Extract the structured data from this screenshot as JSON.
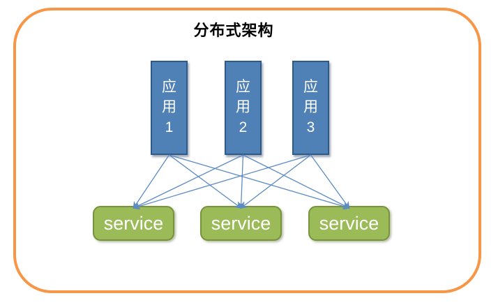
{
  "diagram": {
    "title": "分布式架构",
    "colors": {
      "frame_border": "#f79646",
      "app_fill": "#4f80b6",
      "app_border": "#2e5a88",
      "service_fill": "#9bbb59",
      "service_border": "#77933c",
      "edge": "#5c8bc3",
      "title_text": "#000000",
      "node_text": "#ffffff"
    },
    "apps": [
      {
        "id": "app-1",
        "label": "应\n用\n1"
      },
      {
        "id": "app-2",
        "label": "应\n用\n2"
      },
      {
        "id": "app-3",
        "label": "应\n用\n3"
      }
    ],
    "services": [
      {
        "id": "service-1",
        "label": "service"
      },
      {
        "id": "service-2",
        "label": "service"
      },
      {
        "id": "service-3",
        "label": "service"
      }
    ],
    "edges": [
      {
        "from": "app-1",
        "to": "service-1"
      },
      {
        "from": "app-1",
        "to": "service-2"
      },
      {
        "from": "app-1",
        "to": "service-3"
      },
      {
        "from": "app-2",
        "to": "service-1"
      },
      {
        "from": "app-2",
        "to": "service-2"
      },
      {
        "from": "app-2",
        "to": "service-3"
      },
      {
        "from": "app-3",
        "to": "service-1"
      },
      {
        "from": "app-3",
        "to": "service-2"
      },
      {
        "from": "app-3",
        "to": "service-3"
      }
    ]
  }
}
